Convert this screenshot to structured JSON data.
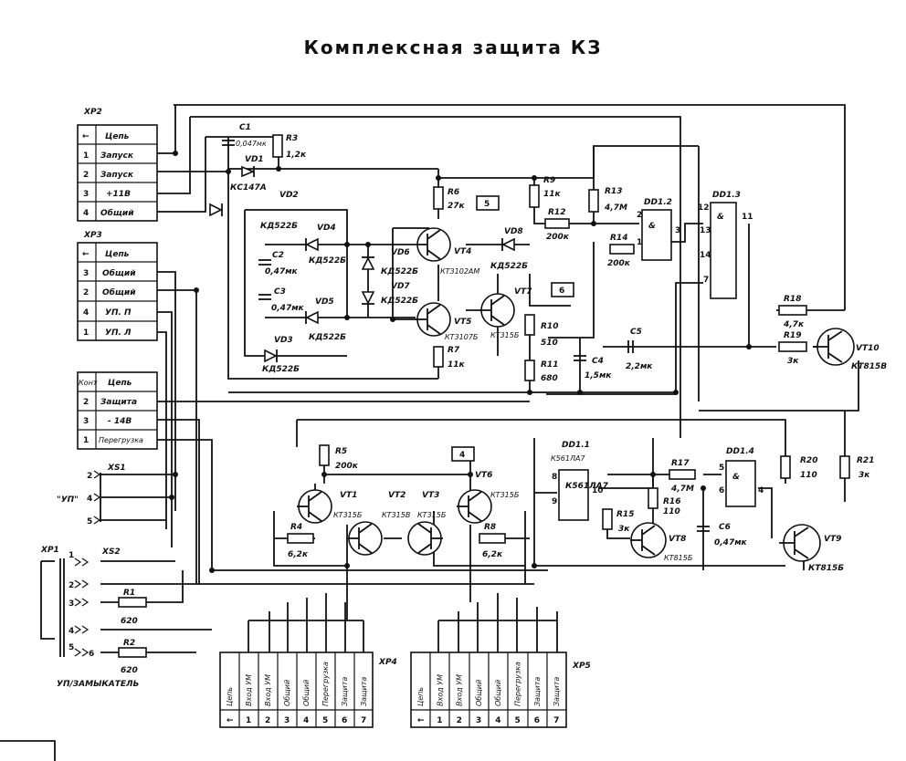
{
  "title": "Комплексная защита КЗ",
  "connectors": {
    "xp2": {
      "name": "XP2",
      "rows": [
        {
          "pin": "←",
          "label": "Цепь"
        },
        {
          "pin": "1",
          "label": "Запуск"
        },
        {
          "pin": "2",
          "label": "Запуск"
        },
        {
          "pin": "3",
          "label": "+11В"
        },
        {
          "pin": "4",
          "label": "Общий"
        }
      ]
    },
    "xp3": {
      "name": "XP3",
      "rows": [
        {
          "pin": "←",
          "label": "Цепь"
        },
        {
          "pin": "3",
          "label": "Общий"
        },
        {
          "pin": "2",
          "label": "Общий"
        },
        {
          "pin": "4",
          "label": "УП. П"
        },
        {
          "pin": "1",
          "label": "УП. Л"
        }
      ]
    },
    "xp_mid": {
      "rows": [
        {
          "pin": "Конт",
          "label": "Цепь"
        },
        {
          "pin": "2",
          "label": "Защита"
        },
        {
          "pin": "3",
          "label": "- 14В"
        },
        {
          "pin": "1",
          "label": "Перегрузка"
        }
      ]
    },
    "xp4": {
      "name": "XP4",
      "cols": [
        {
          "pin": "←",
          "label": "Цепь"
        },
        {
          "pin": "1",
          "label": "Вход УМ"
        },
        {
          "pin": "2",
          "label": "Вход УМ"
        },
        {
          "pin": "3",
          "label": "Общий"
        },
        {
          "pin": "4",
          "label": "Общий"
        },
        {
          "pin": "5",
          "label": "Перегрузка"
        },
        {
          "pin": "6",
          "label": "Защита"
        },
        {
          "pin": "7",
          "label": "Защита"
        }
      ]
    },
    "xp5": {
      "name": "XP5",
      "cols": [
        {
          "pin": "←",
          "label": "Цепь"
        },
        {
          "pin": "1",
          "label": "Вход УМ"
        },
        {
          "pin": "2",
          "label": "Вход УМ"
        },
        {
          "pin": "3",
          "label": "Общий"
        },
        {
          "pin": "4",
          "label": "Общий"
        },
        {
          "pin": "5",
          "label": "Перегрузка"
        },
        {
          "pin": "6",
          "label": "Защита"
        },
        {
          "pin": "7",
          "label": "Защита"
        }
      ]
    },
    "xs1": {
      "name": "XS1",
      "note": "\"УП\"",
      "pins": [
        "2",
        "4",
        "5"
      ]
    },
    "xs2": {
      "name": "XS2",
      "pins": [
        "1",
        "2",
        "3",
        "4",
        "5",
        "6"
      ]
    },
    "xp1": {
      "name": "XP1",
      "note": "УП/ЗАМЫКАТЕЛЬ"
    }
  },
  "components": {
    "c1": {
      "ref": "C1",
      "value": "0,047мк"
    },
    "r3": {
      "ref": "R3",
      "value": "1,2к"
    },
    "vd1": {
      "ref": "VD1",
      "value": "КС147А"
    },
    "vd2": {
      "ref": "VD2",
      "value": "КД522Б"
    },
    "vd4": {
      "ref": "VD4",
      "value": "КД522Б"
    },
    "c2": {
      "ref": "C2",
      "value": "0,47мк"
    },
    "c3": {
      "ref": "C3",
      "value": "0,47мк"
    },
    "vd5": {
      "ref": "VD5",
      "value": "КД522Б"
    },
    "vd3": {
      "ref": "VD3",
      "value": "КД522Б"
    },
    "vd6": {
      "ref": "VD6",
      "value": "КД522Б"
    },
    "vd7": {
      "ref": "VD7",
      "value": "КД522Б"
    },
    "r6": {
      "ref": "R6",
      "value": "27к"
    },
    "vt4": {
      "ref": "VT4",
      "value": "КТ3102АМ"
    },
    "vt5": {
      "ref": "VT5",
      "value": "КТ3107Б"
    },
    "r7": {
      "ref": "R7",
      "value": "11к"
    },
    "r9": {
      "ref": "R9",
      "value": "11к"
    },
    "r12": {
      "ref": "R12",
      "value": "200к"
    },
    "vd8": {
      "ref": "VD8",
      "value": "КД522Б"
    },
    "vt7": {
      "ref": "VT7",
      "value": "КТ315Б"
    },
    "r10": {
      "ref": "R10",
      "value": "510"
    },
    "r11": {
      "ref": "R11",
      "value": "680"
    },
    "c4": {
      "ref": "C4",
      "value": "1,5мк"
    },
    "r13": {
      "ref": "R13",
      "value": "4,7М"
    },
    "r14": {
      "ref": "R14",
      "value": "200к"
    },
    "dd12": {
      "ref": "DD1.2",
      "value": "&"
    },
    "dd13": {
      "ref": "DD1.3",
      "value": "&"
    },
    "c5": {
      "ref": "C5",
      "value": "2,2мк"
    },
    "r18": {
      "ref": "R18",
      "value": "4,7к"
    },
    "r19": {
      "ref": "R19",
      "value": "3к"
    },
    "vt10": {
      "ref": "VT10",
      "value": "КТ815В"
    },
    "r5": {
      "ref": "R5",
      "value": "200к"
    },
    "vt1": {
      "ref": "VT1",
      "value": "КТ315Б"
    },
    "vt2": {
      "ref": "VT2",
      "value": "КТ315В"
    },
    "vt3": {
      "ref": "VT3",
      "value": "КТ315Б"
    },
    "vt6": {
      "ref": "VT6",
      "value": "КТ315Б"
    },
    "r4": {
      "ref": "R4",
      "value": "6,2к"
    },
    "r8": {
      "ref": "R8",
      "value": "6,2к"
    },
    "dd11": {
      "ref": "DD1.1",
      "value": "К561ЛА7"
    },
    "r15": {
      "ref": "R15",
      "value": "3к"
    },
    "r16": {
      "ref": "R16",
      "value": "110"
    },
    "r17": {
      "ref": "R17",
      "value": "4,7М"
    },
    "vt8": {
      "ref": "VT8",
      "value": "КТ815Б"
    },
    "c6": {
      "ref": "C6",
      "value": "0,47мк"
    },
    "dd14": {
      "ref": "DD1.4",
      "value": "&"
    },
    "r20": {
      "ref": "R20",
      "value": "110"
    },
    "r21": {
      "ref": "R21",
      "value": "3к"
    },
    "vt9": {
      "ref": "VT9",
      "value": "КТ815Б"
    },
    "r1": {
      "ref": "R1",
      "value": "620"
    },
    "r2": {
      "ref": "R2",
      "value": "620"
    }
  },
  "net_labels": {
    "n4": "4",
    "n5": "5",
    "n6": "6"
  }
}
